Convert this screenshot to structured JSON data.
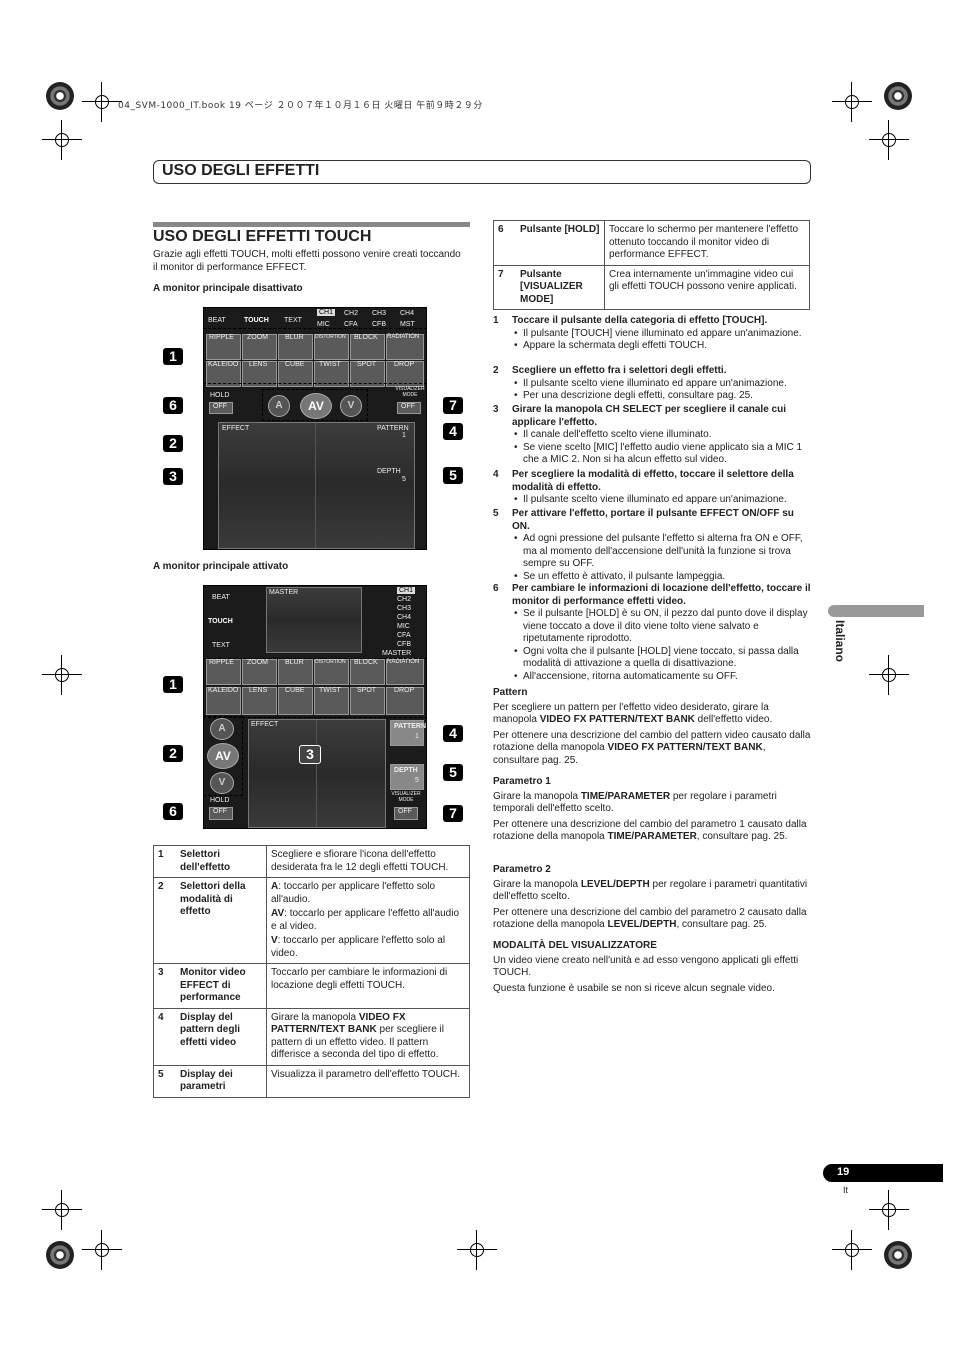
{
  "print_header": "04_SVM-1000_IT.book 19 ページ ２００７年１０月１６日 火曜日 午前９時２９分",
  "section_title": "USO DEGLI EFFETTI",
  "article": {
    "title": "USO DEGLI EFFETTI TOUCH",
    "intro": "Grazie agli effetti TOUCH, molti effetti possono venire creati toccando il monitor di performance EFFECT.",
    "caption_off": "A monitor principale disattivato",
    "caption_on": "A monitor principale attivato"
  },
  "screen": {
    "channels": [
      "CH1",
      "CH2",
      "CH3",
      "CH4"
    ],
    "mic": "MIC",
    "cfa": "CFA",
    "cfb": "CFB",
    "mst": "MST",
    "master": "MASTER",
    "modes": [
      "BEAT",
      "TOUCH",
      "TEXT"
    ],
    "effects_row1": [
      "RIPPLE",
      "ZOOM",
      "BLUR",
      "DISTORTION",
      "BLOCK",
      "RADIATION"
    ],
    "effects_row2": [
      "KALEIDO",
      "LENS",
      "CUBE",
      "TWIST",
      "SPOT",
      "DROP"
    ],
    "hold": "HOLD",
    "off": "OFF",
    "visualizer": "VISUALIZER MODE",
    "effect": "EFFECT",
    "pattern": "PATTERN",
    "pattern_value": "1",
    "depth": "DEPTH",
    "depth_value": "5",
    "btn_a": "A",
    "btn_av": "AV",
    "btn_v": "V"
  },
  "callouts": [
    "1",
    "2",
    "3",
    "4",
    "5",
    "6",
    "7"
  ],
  "table_left": [
    {
      "n": "1",
      "term": "Selettori dell'effetto",
      "desc": "Scegliere e sfiorare l'icona dell'effetto desiderata fra le 12 degli effetti TOUCH."
    },
    {
      "n": "2",
      "term": "Selettori della modalità di effetto",
      "desc_a_key": "A",
      "desc_a": ": toccarlo per applicare l'effetto solo all'audio.",
      "desc_av_key": "AV",
      "desc_av": ": toccarlo per applicare l'effetto all'audio e al video.",
      "desc_v_key": "V",
      "desc_v": ": toccarlo per applicare l'effetto solo al video."
    },
    {
      "n": "3",
      "term": "Monitor video EFFECT di performance",
      "desc": "Toccarlo per cambiare le informazioni di locazione degli effetti TOUCH."
    },
    {
      "n": "4",
      "term": "Display del pattern degli effetti video",
      "desc_pre": "Girare la manopola ",
      "desc_key": "VIDEO FX PATTERN/TEXT BANK",
      "desc_post": " per scegliere il pattern di un effetto video. Il pattern differisce a seconda del tipo di effetto."
    },
    {
      "n": "5",
      "term": "Display dei parametri",
      "desc": "Visualizza il parametro dell'effetto TOUCH."
    }
  ],
  "table_right": [
    {
      "n": "6",
      "term": "Pulsante [HOLD]",
      "desc": "Toccare lo schermo per mantenere l'effetto ottenuto toccando il monitor video di performance EFFECT."
    },
    {
      "n": "7",
      "term": "Pulsante [VISUALIZER MODE]",
      "desc": "Crea internamente un'immagine video cui gli effetti TOUCH possono venire applicati."
    }
  ],
  "steps": [
    {
      "n": "1",
      "title": "Toccare il pulsante della categoria di effetto [TOUCH].",
      "bullets": [
        "Il pulsante [TOUCH] viene illuminato ed appare un'animazione.",
        "Appare la schermata degli effetti TOUCH."
      ]
    },
    {
      "n": "2",
      "title": "Scegliere un effetto fra i selettori degli effetti.",
      "bullets": [
        "Il pulsante scelto viene illuminato ed appare un'animazione.",
        "Per una descrizione degli effetti, consultare pag. 25."
      ]
    },
    {
      "n": "3",
      "title": "Girare la manopola CH SELECT per scegliere il canale cui applicare l'effetto.",
      "bullets": [
        "Il canale dell'effetto scelto viene illuminato.",
        "Se viene scelto [MIC] l'effetto audio viene applicato sia a MIC 1 che a MIC 2. Non si ha alcun effetto sul video."
      ]
    },
    {
      "n": "4",
      "title": "Per scegliere la modalità di effetto, toccare il selettore della modalità di effetto.",
      "bullets": [
        "Il pulsante scelto viene illuminato ed appare un'animazione."
      ]
    },
    {
      "n": "5",
      "title": "Per attivare l'effetto, portare il pulsante EFFECT ON/OFF su ON.",
      "bullets": [
        "Ad ogni pressione del pulsante l'effetto si alterna fra ON e OFF, ma al momento dell'accensione dell'unità la funzione si trova sempre su OFF.",
        "Se un effetto è attivato, il pulsante lampeggia."
      ]
    },
    {
      "n": "6",
      "title": "Per cambiare le informazioni di locazione dell'effetto, toccare il monitor di performance effetti video.",
      "bullets": [
        "Se il pulsante [HOLD] è su ON, il pezzo dal punto dove il display viene toccato a dove il dito viene tolto viene salvato e ripetutamente riprodotto.",
        "Ogni volta che il pulsante [HOLD] viene toccato, si passa dalla modalità di attivazione a quella di disattivazione.",
        "All'accensione, ritorna automaticamente su OFF."
      ]
    }
  ],
  "pattern": {
    "heading": "Pattern",
    "p1_pre": "Per scegliere un pattern per l'effetto video desiderato, girare la manopola ",
    "p1_key": "VIDEO FX PATTERN/TEXT BANK",
    "p1_post": " dell'effetto video.",
    "p2_pre": "Per ottenere una descrizione del cambio del pattern video causato dalla rotazione della manopola ",
    "p2_key": "VIDEO FX PATTERN/TEXT BANK",
    "p2_post": ", consultare pag. 25."
  },
  "param1": {
    "heading": "Parametro 1",
    "p1_pre": "Girare la manopola ",
    "p1_key": "TIME/PARAMETER",
    "p1_post": " per regolare i parametri temporali dell'effetto scelto.",
    "p2_pre": "Per ottenere una descrizione del cambio del parametro 1 causato dalla rotazione della manopola ",
    "p2_key": "TIME/PARAMETER",
    "p2_post": ", consultare pag. 25."
  },
  "param2": {
    "heading": "Parametro 2",
    "p1_pre": "Girare la manopola ",
    "p1_key": "LEVEL/DEPTH",
    "p1_post": " per regolare i parametri quantitativi dell'effetto scelto.",
    "p2_pre": "Per ottenere una descrizione del cambio del parametro 2 causato dalla rotazione della manopola ",
    "p2_key": "LEVEL/DEPTH",
    "p2_post": ", consultare pag. 25."
  },
  "visualizer": {
    "heading": "MODALITÀ DEL VISUALIZZATORE",
    "p1": "Un video viene creato nell'unità e ad esso vengono applicati gli effetti TOUCH.",
    "p2": "Questa funzione è usabile se non si riceve alcun segnale video."
  },
  "side_label": "Italiano",
  "page_number": "19",
  "page_lang": "It"
}
